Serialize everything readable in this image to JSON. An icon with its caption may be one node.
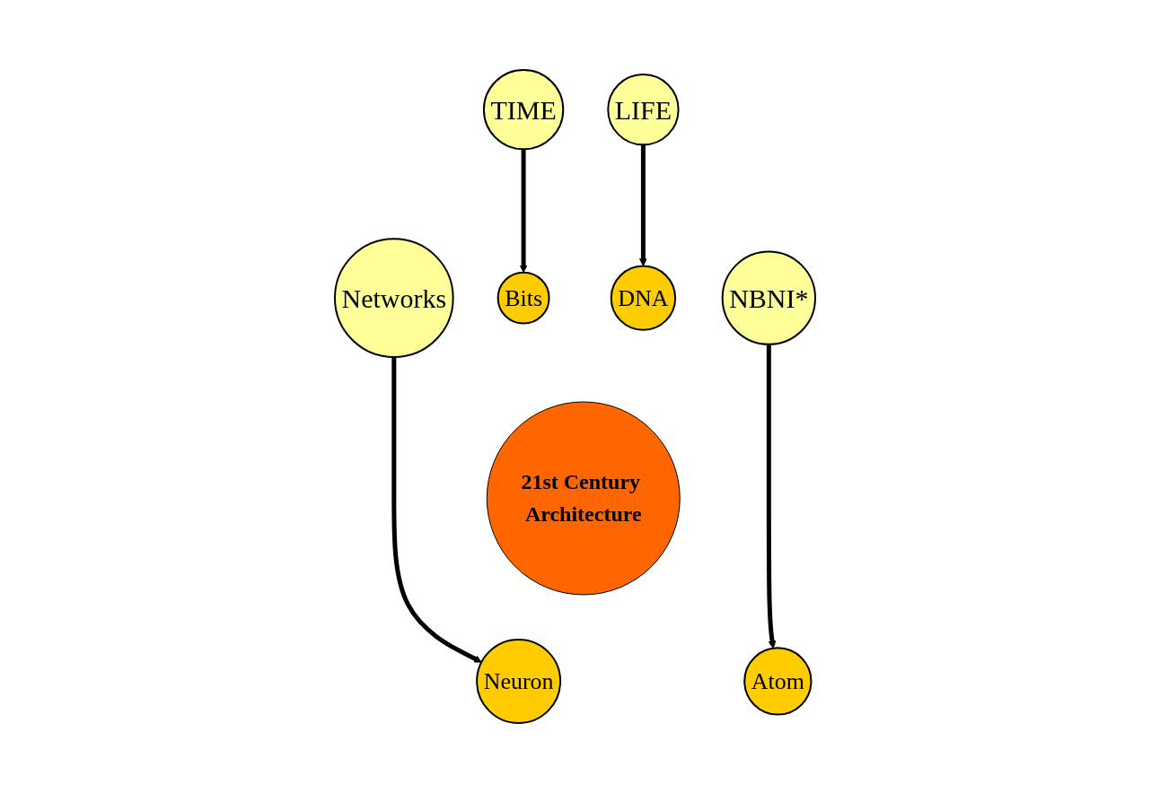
{
  "diagram": {
    "nodes": [
      {
        "text": [
          "TIME"
        ]
      },
      {
        "text": [
          "LIFE"
        ]
      },
      {
        "text": [
          "Bits"
        ]
      },
      {
        "text": [
          "DNA"
        ]
      },
      {
        "text": [
          "21st Century Architecture"
        ]
      },
      {
        "text": [
          "Neuron"
        ]
      },
      {
        "text": [
          "Atom"
        ]
      },
      {
        "text": [
          "Networks"
        ]
      },
      {
        "text": [
          "NBNI*"
        ]
      }
    ],
    "edges": [
      {
        "from": 0,
        "to": 2,
        "arrow": "to"
      },
      {
        "from": 1,
        "to": 3,
        "arrow": "to"
      },
      {
        "from": 7,
        "to": 5,
        "arrow": "to"
      },
      {
        "from": 8,
        "to": 6,
        "arrow": "to"
      }
    ]
  }
}
